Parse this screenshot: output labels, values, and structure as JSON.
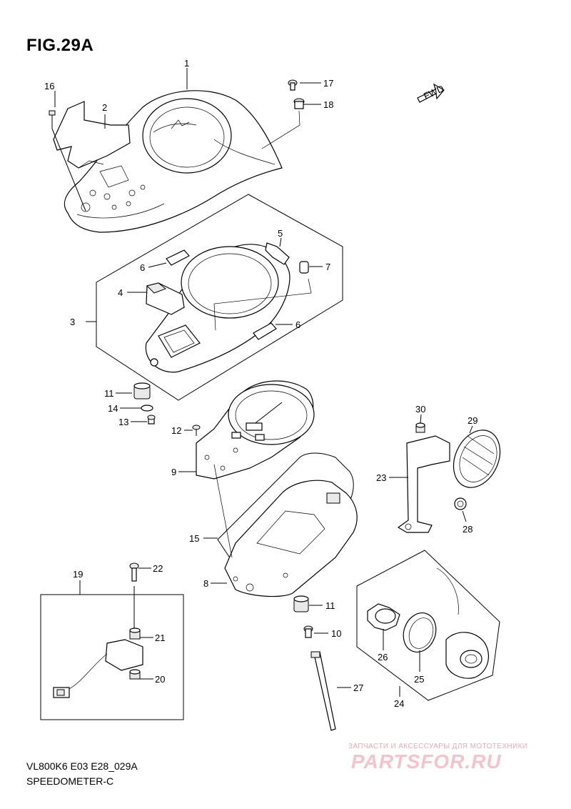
{
  "figure": {
    "title": "FIG.29A",
    "model_code": "VL800K6 E03 E28_029A",
    "section_name": "SPEEDOMETER-C",
    "fwd_label": "FWD"
  },
  "callouts": {
    "c1": "1",
    "c2": "2",
    "c3": "3",
    "c4": "4",
    "c5": "5",
    "c6a": "6",
    "c6b": "6",
    "c7": "7",
    "c8": "8",
    "c9": "9",
    "c10": "10",
    "c11a": "11",
    "c11b": "11",
    "c12": "12",
    "c13": "13",
    "c14": "14",
    "c15": "15",
    "c16": "16",
    "c17": "17",
    "c18": "18",
    "c19": "19",
    "c20": "20",
    "c21": "21",
    "c22": "22",
    "c23": "23",
    "c24": "24",
    "c25": "25",
    "c26": "26",
    "c27": "27",
    "c28": "28",
    "c29": "29",
    "c30": "30"
  },
  "watermark": {
    "tagline": "ЗАПЧАСТИ И АКСЕССУАРЫ ДЛЯ МОТОТЕХНИКИ",
    "logo": "PARTSFOR.RU",
    "color": "#f2c4cf"
  }
}
